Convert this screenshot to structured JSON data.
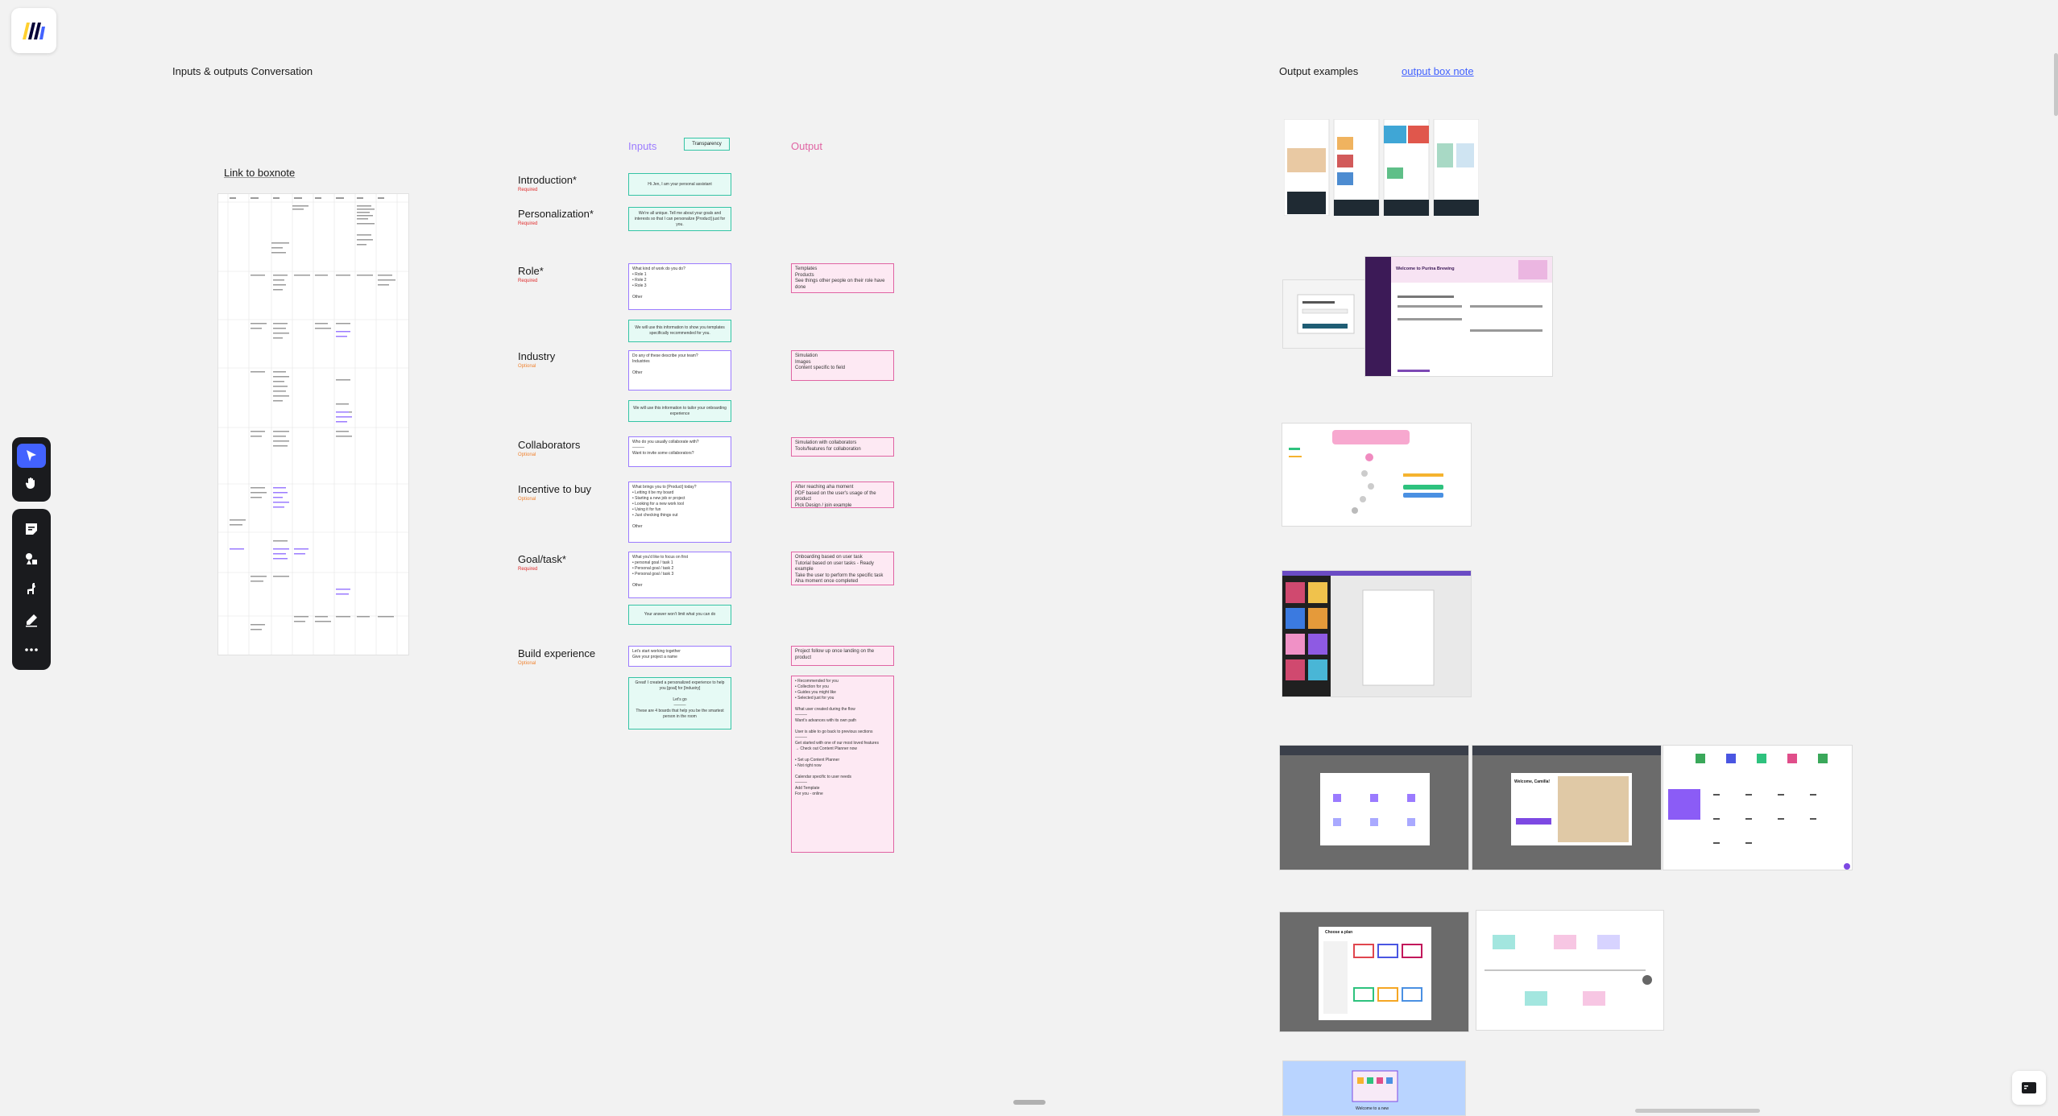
{
  "app": {
    "logo": "miro-logo"
  },
  "toolbar": {
    "tools": [
      "select-arrow-icon",
      "hand-icon",
      "sticky-note-icon",
      "shapes-icon",
      "llama-icon",
      "pen-icon",
      "more-icon"
    ]
  },
  "frames": {
    "conversation_title": "Inputs & outputs Conversation",
    "output_title": "Output examples",
    "output_link": "output box note",
    "link_boxnote": "Link to boxnote"
  },
  "columns": {
    "inputs": "Inputs",
    "transparency": "Transparency",
    "output": "Output"
  },
  "rows": [
    {
      "label": "Introduction*",
      "status": "Required",
      "status_type": "req"
    },
    {
      "label": "Personalization*",
      "status": "Required",
      "status_type": "req"
    },
    {
      "label": "Role*",
      "status": "Required",
      "status_type": "req"
    },
    {
      "label": "Industry",
      "status": "Optional",
      "status_type": "opt"
    },
    {
      "label": "Collaborators",
      "status": "Optional",
      "status_type": "opt"
    },
    {
      "label": "Incentive to buy",
      "status": "Optional",
      "status_type": "opt"
    },
    {
      "label": "Goal/task*",
      "status": "Required",
      "status_type": "req"
    },
    {
      "label": "Build experience",
      "status": "Optional",
      "status_type": "opt"
    }
  ],
  "inputs": {
    "intro": "Hi Jen, I am your personal assistant",
    "personal": "We're all unique. Tell me about your goals and interests so that I can personalize [Product] just for you.",
    "role_q": "What kind of work do you do?\n• Role 1\n• Role 2\n• Role 3\n\nOther",
    "role_note": "We will use this information to show you templates specifically recommended for you.",
    "industry_q": "Do any of these describe your team?\nIndustries\n\nOther",
    "industry_note": "We will use this information to tailor your onboarding experience",
    "collab_q": "Who do you usually collaborate with?\n———\nWant to invite some collaborators?",
    "incentive_q": "What brings you to [Product] today?\n• Letting it be my board\n• Starting a new job or project\n• Looking for a new work tool\n• Using it for fun\n• Just checking things out\n\nOther",
    "goal_q": "What you'd like to focus on first\n• personal goal / task 1\n• Personal goal / task 2\n• Personal goal / task 3\n\nOther",
    "goal_note": "Your answer won't limit what you can do",
    "build_q": "Let's start working together\nGive your project a name",
    "build_note": "Great! I created a personalized experience to help you [goal] for [Industry]\n\nLet's go\n———\nThese are 4 boards that help you be the smartest person in the room"
  },
  "outputs": {
    "role": "Templates\nProducts\nSee things other people on their role have done",
    "industry": "Simulation\nImages\nContent specific to field",
    "collab": "Simulation with collaborators\nTools/features for collaboration",
    "incentive": "After reaching aha moment\nPDF based on the user's usage of the product\nPick Design / join example",
    "goal": "Onboarding based on user task\nTutorial based on user tasks - Ready example\nTake the user to perform the specific task\nAha moment once completed",
    "build": "Project follow up once landing on the product",
    "build_long": "• Recommended for you\n• Collection for you\n• Guides you might like\n• Selected just for you\n\nWhat user created during the flow\n———\nWant's advances with its own path\n\nUser is able to go back to previous sections\n———\nGet started with one of our most loved features\n→ Check out Content Planner now\n\n• Set up Content Planner\n• Not right now\n\nCalendar specific to user needs\n———\nAdd Template\nFor you - online"
  },
  "thumbs": {
    "welcome_title": "Welcome to Purina Brewing",
    "dialog_text": "Welcome, Camilla!",
    "choose_text": "Choose a plan",
    "promo_text": "Welcome to a new"
  },
  "colors": {
    "accent": "#4262ff",
    "input_border": "#35c4a5",
    "question_border": "#9b7bff",
    "output_border": "#e064a3",
    "required": "#e02d2d",
    "optional": "#f08432"
  }
}
